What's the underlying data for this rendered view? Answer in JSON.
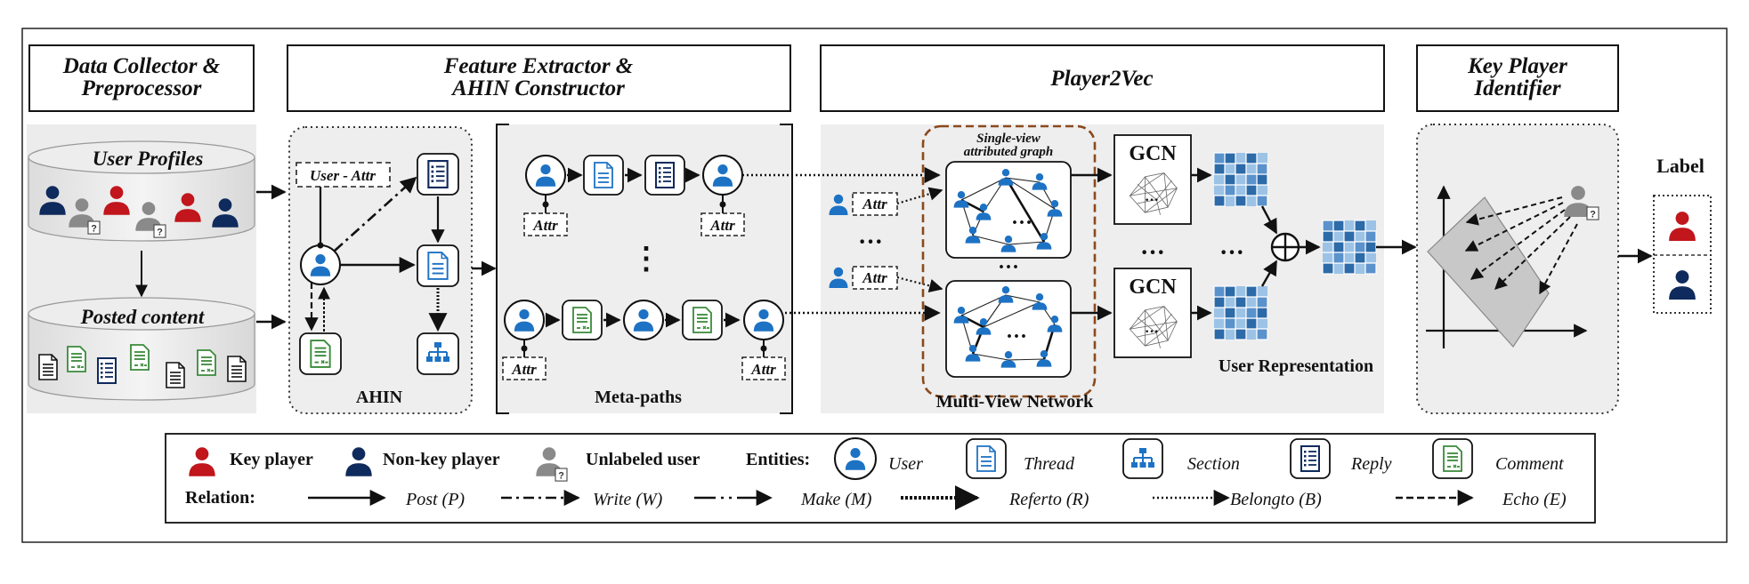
{
  "stages": {
    "collector": {
      "line1": "Data Collector  &",
      "line2": "Preprocessor"
    },
    "extractor": {
      "line1": "Feature Extractor  &",
      "line2": "AHIN Constructor"
    },
    "player2vec": {
      "title": "Player2Vec"
    },
    "identifier": {
      "line1": "Key Player",
      "line2": "Identifier"
    }
  },
  "collector": {
    "profiles": "User Profiles",
    "content": "Posted content"
  },
  "ahin": {
    "user_attr": "User - Attr",
    "label": "AHIN"
  },
  "metapaths": {
    "attr": "Attr",
    "label": "Meta-paths",
    "vdots": "⋮"
  },
  "multiview": {
    "attr": "Attr",
    "single_view_line1": "Single-view",
    "single_view_line2": "attributed graph",
    "gcn": "GCN",
    "dots": "···",
    "label": "Multi-View Network",
    "user_representation": "User Representation"
  },
  "output": {
    "label": "Label"
  },
  "legend": {
    "key_player": "Key player",
    "non_key_player": "Non-key player",
    "unlabeled": "Unlabeled user",
    "entities": "Entities:",
    "user": "User",
    "thread": "Thread",
    "section": "Section",
    "reply": "Reply",
    "comment": "Comment",
    "relation": "Relation:",
    "post": "Post (P)",
    "write": "Write (W)",
    "make": "Make (M)",
    "referto": "Referto (R)",
    "belongto": "Belongto (B)",
    "echo": "Echo (E)"
  },
  "colors": {
    "key_player": "#c0161c",
    "non_key_player": "#0f2a5c",
    "unlabeled": "#8a8a8a",
    "user_entity": "#1d72c4",
    "comment": "#3a8a3a",
    "gcn_matrix": "#4a86c2",
    "dashed_frame": "#8b4a1c"
  }
}
